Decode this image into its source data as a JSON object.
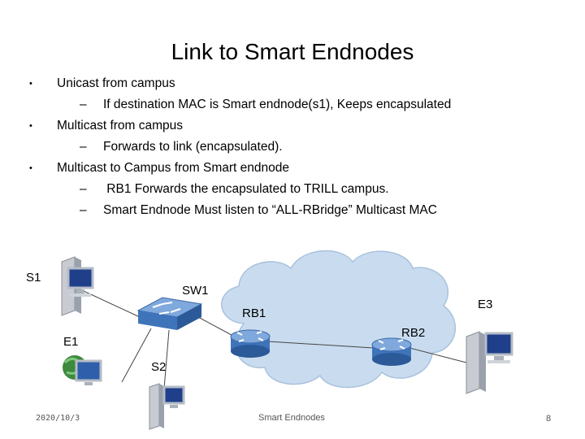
{
  "slide": {
    "title": "Link to Smart Endnodes",
    "bullets": [
      {
        "text": "Unicast from campus",
        "subs": [
          "If destination MAC is Smart endnode(s1), Keeps encapsulated"
        ]
      },
      {
        "text": "Multicast from campus",
        "subs": [
          "Forwards to link (encapsulated)."
        ]
      },
      {
        "text": "Multicast to Campus from Smart endnode",
        "subs": [
          " RB1 Forwards the encapsulated to TRILL campus.",
          "Smart Endnode Must listen to “ALL-RBridge” Multicast MAC"
        ]
      }
    ],
    "bullet_char": "•",
    "dash_char": "–"
  },
  "diagram": {
    "labels": {
      "s1": "S1",
      "sw1": "SW1",
      "rb1": "RB1",
      "rb2": "RB2",
      "e1": "E1",
      "e3": "E3",
      "s2": "S2"
    }
  },
  "footer": {
    "date": "2020/10/3",
    "center": "Smart Endnodes",
    "page": "8"
  },
  "colors": {
    "cloud": "#c9dcef",
    "router": "#4a7fc1",
    "switch": "#5b8fd0",
    "link": "#444444"
  }
}
